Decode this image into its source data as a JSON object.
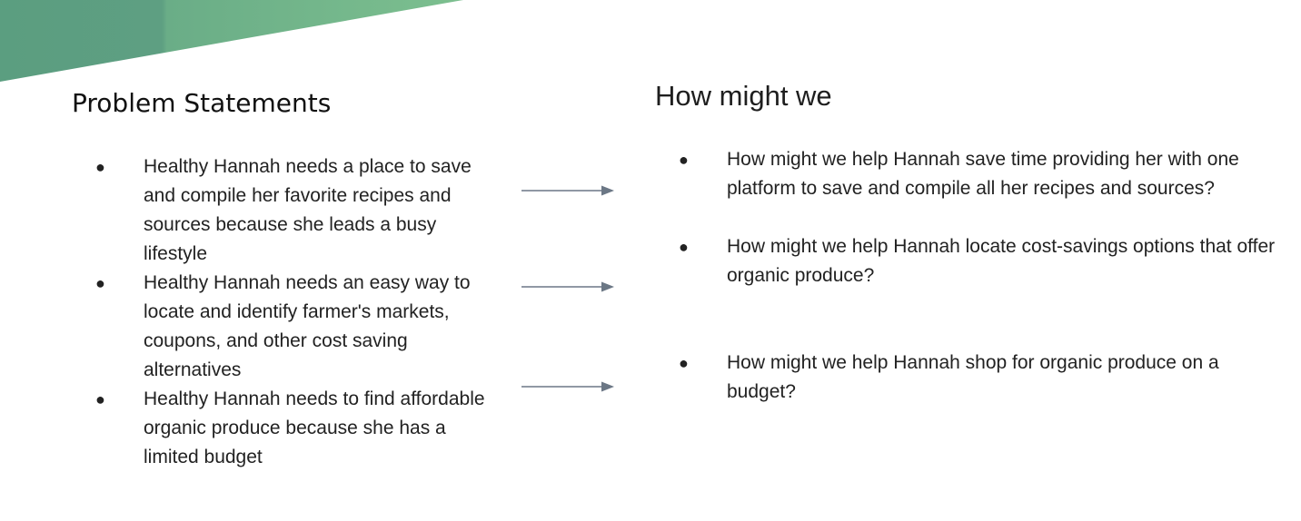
{
  "slide": {
    "colors": {
      "banner_dark": "#5b9e80",
      "banner_light": "#75b98b",
      "arrow": "#6b7785",
      "text": "#222222"
    },
    "problem_heading": "Problem Statements",
    "hmw_heading": "How might we",
    "problem_statements": [
      "Healthy Hannah needs a place to save and compile her favorite recipes and sources because she leads a busy lifestyle",
      "Healthy Hannah needs an easy way to locate and identify farmer's markets, coupons, and other cost saving alternatives",
      "Healthy Hannah needs to find affordable organic produce because she has a limited budget"
    ],
    "how_might_we": [
      "How might we help Hannah save time providing her with one platform to save and compile all her recipes and sources?",
      "How might we help Hannah locate cost-savings options that offer organic produce?",
      "How might we help Hannah shop for organic produce on a budget?"
    ],
    "bullet_glyph": "●"
  }
}
